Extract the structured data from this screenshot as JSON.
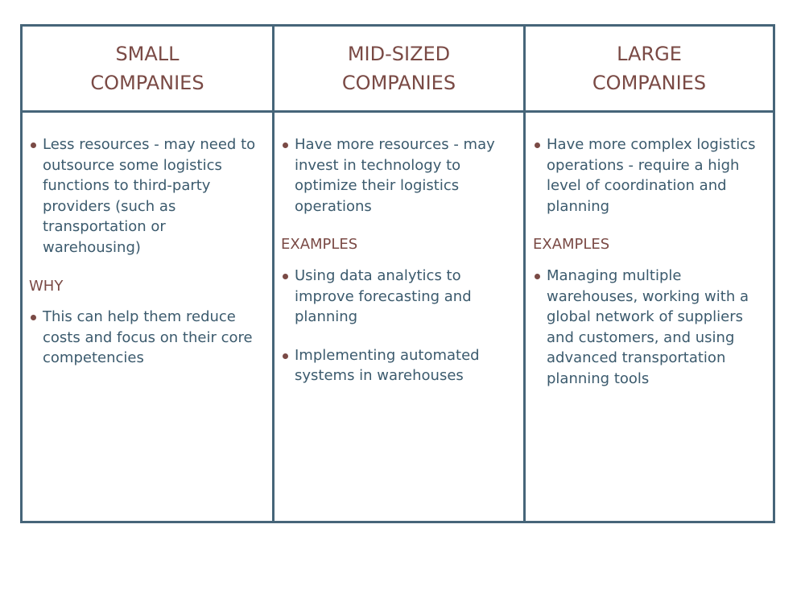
{
  "columns": [
    {
      "title_lines": [
        "SMALL",
        "COMPANIES"
      ],
      "bullets": [
        "Less resources - may need to outsource some logistics functions to third-party providers (such as transportation or warehousing)"
      ],
      "subheading": "WHY",
      "sub_bullets": [
        "This can help them reduce costs and focus on their core competencies"
      ]
    },
    {
      "title_lines": [
        "MID-SIZED",
        "COMPANIES"
      ],
      "bullets": [
        "Have more resources - may invest in technology to optimize their logistics operations"
      ],
      "subheading": "EXAMPLES",
      "sub_bullets": [
        "Using data analytics to improve forecasting and planning",
        "Implementing automated systems in warehouses"
      ]
    },
    {
      "title_lines": [
        "LARGE",
        "COMPANIES"
      ],
      "bullets": [
        "Have more complex logistics operations - require a high level of coordination and planning"
      ],
      "subheading": "EXAMPLES",
      "sub_bullets": [
        "Managing multiple warehouses, working with a global network of suppliers and customers, and using advanced transportation planning tools"
      ]
    }
  ],
  "colors": {
    "border": "#466579",
    "heading": "#7a4a45",
    "text": "#3b5a6d"
  }
}
